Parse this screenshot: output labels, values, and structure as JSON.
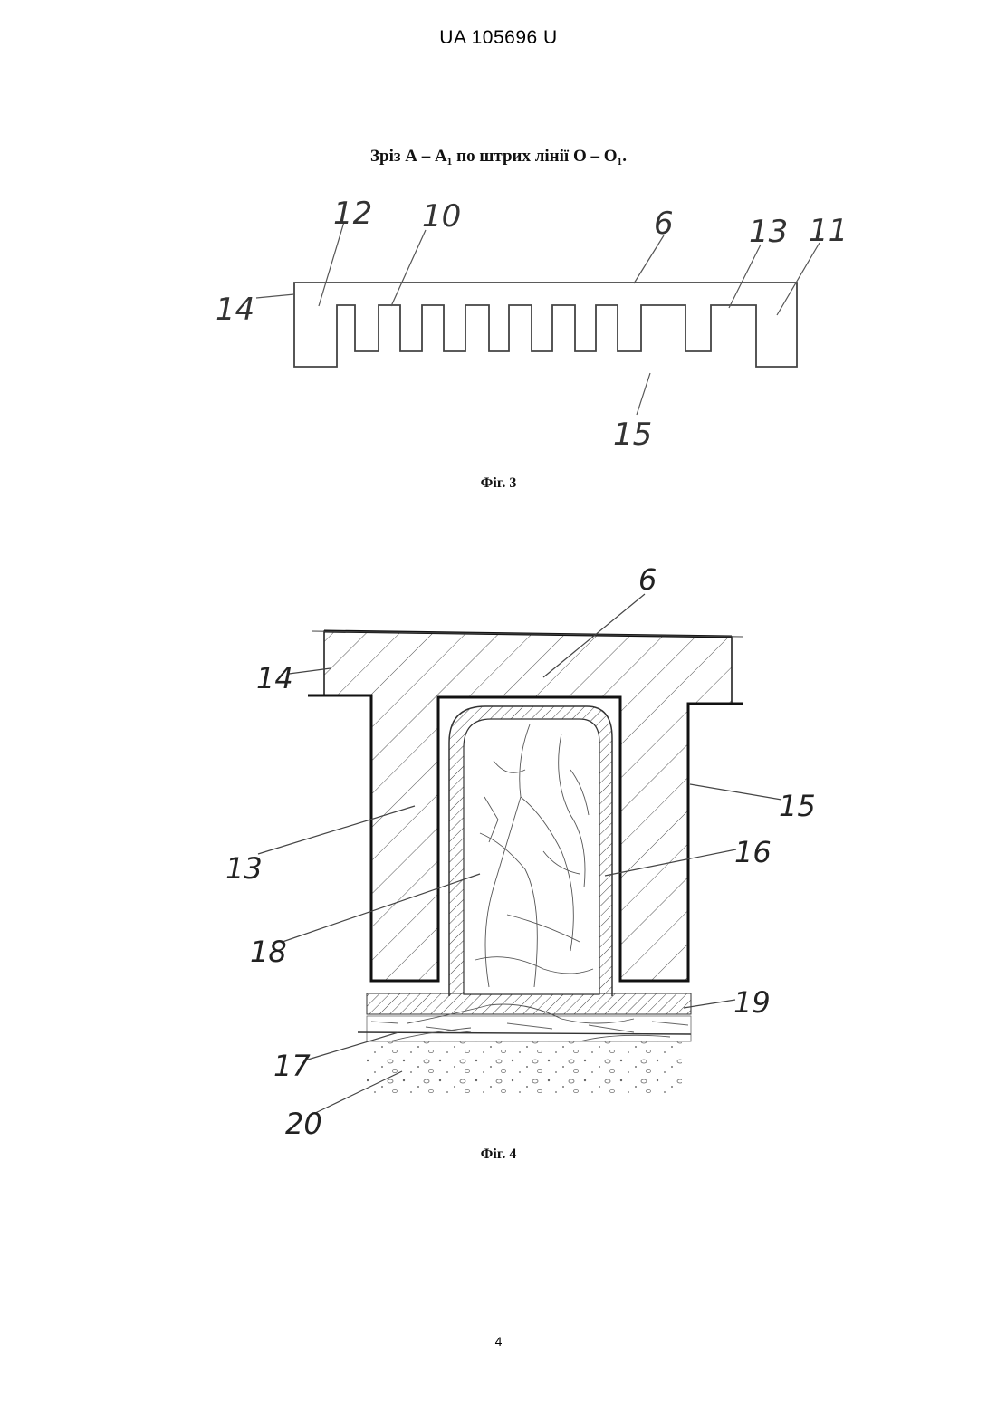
{
  "header": {
    "text": "UA   105696   U"
  },
  "figure3": {
    "section_title": "Зріз А – А₁ по штрих лінії О – О₁.",
    "caption": "Фіг. 3",
    "labels": [
      "12",
      "10",
      "6",
      "13",
      "11",
      "14",
      "15"
    ]
  },
  "figure4": {
    "caption": "Фіг. 4",
    "labels": [
      "6",
      "14",
      "15",
      "13",
      "16",
      "18",
      "19",
      "17",
      "20"
    ]
  },
  "footer": {
    "page_number": "4"
  }
}
